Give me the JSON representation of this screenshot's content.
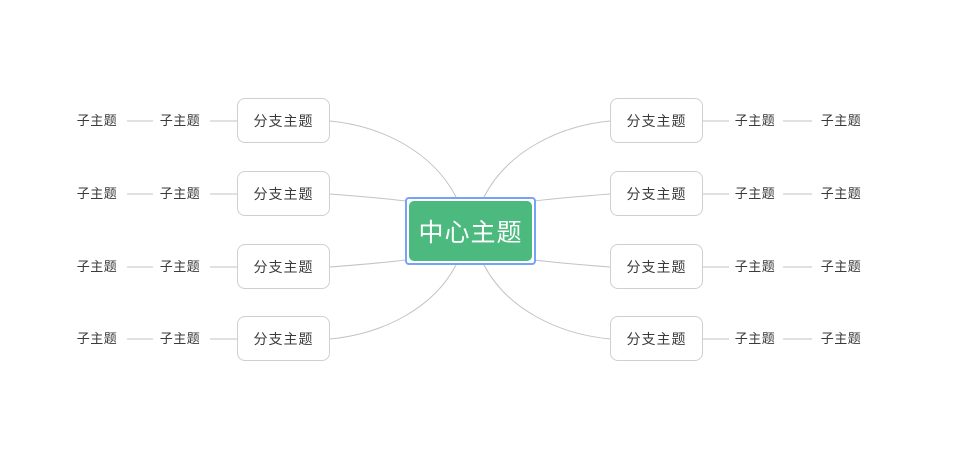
{
  "central_topic": {
    "label": "中心主题",
    "selected": true
  },
  "branches": [
    {
      "side": "left",
      "row": 1,
      "label": "分支主题",
      "children": [
        {
          "label": "子主题"
        },
        {
          "label": "子主题"
        }
      ]
    },
    {
      "side": "left",
      "row": 2,
      "label": "分支主题",
      "children": [
        {
          "label": "子主题"
        },
        {
          "label": "子主题"
        }
      ]
    },
    {
      "side": "left",
      "row": 3,
      "label": "分支主题",
      "children": [
        {
          "label": "子主题"
        },
        {
          "label": "子主题"
        }
      ]
    },
    {
      "side": "left",
      "row": 4,
      "label": "分支主题",
      "children": [
        {
          "label": "子主题"
        },
        {
          "label": "子主题"
        }
      ]
    },
    {
      "side": "right",
      "row": 1,
      "label": "分支主题",
      "children": [
        {
          "label": "子主题"
        },
        {
          "label": "子主题"
        }
      ]
    },
    {
      "side": "right",
      "row": 2,
      "label": "分支主题",
      "children": [
        {
          "label": "子主题"
        },
        {
          "label": "子主题"
        }
      ]
    },
    {
      "side": "right",
      "row": 3,
      "label": "分支主题",
      "children": [
        {
          "label": "子主题"
        },
        {
          "label": "子主题"
        }
      ]
    },
    {
      "side": "right",
      "row": 4,
      "label": "分支主题",
      "children": [
        {
          "label": "子主题"
        },
        {
          "label": "子主题"
        }
      ]
    }
  ],
  "colors": {
    "central_fill": "#4cba7e",
    "central_text": "#ffffff",
    "selection_border": "#74a4f3",
    "node_background": "#ffffff",
    "node_border": "#cfcfcf",
    "node_text": "#3a3a3a",
    "connector": "#c3c3c3",
    "canvas_background": "#ffffff"
  }
}
